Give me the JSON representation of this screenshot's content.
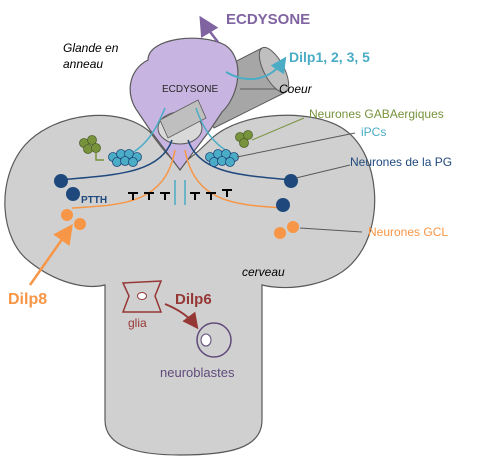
{
  "labels": {
    "ecdysone_top": "ECDYSONE",
    "ecdysone_inner": "ECDYSONE",
    "dilp_insulin": "Dilp1, 2, 3, 5",
    "glande_line1": "Glande en",
    "glande_line2": "anneau",
    "coeur": "Coeur",
    "gaba": "Neurones GABAergiques",
    "ipcs": "iPCs",
    "pg_neurons": "Neurones de la PG",
    "ptth": "PTTH",
    "gcl": "Neurones GCL",
    "cerveau": "cerveau",
    "dilp8": "Dilp8",
    "dilp6": "Dilp6",
    "glia": "glia",
    "neuroblastes": "neuroblastes"
  },
  "colors": {
    "ecdysone": "#8064a2",
    "ring_gland": "#c7b4e0",
    "ipc": "#4bacc6",
    "gaba": "#77933c",
    "pg_neuron": "#1f497d",
    "gcl": "#f79646",
    "dilp6": "#953735",
    "neuroblast": "#604a7b",
    "brain": "#d0d0d0"
  }
}
